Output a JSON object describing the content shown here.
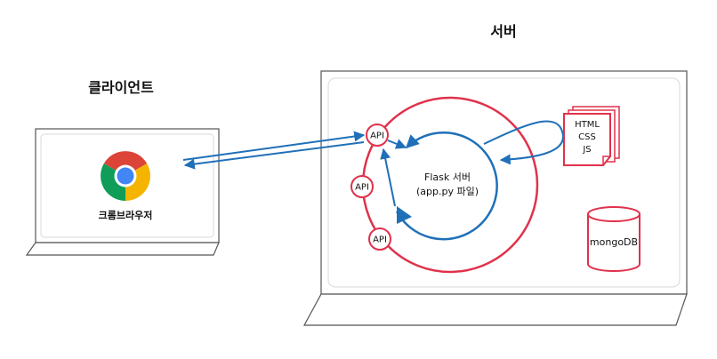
{
  "client": {
    "title": "클라이언트",
    "browser_label": "크롬브라우저"
  },
  "server": {
    "title": "서버",
    "flask_line1": "Flask 서버",
    "flask_line2": "(app.py 파일)",
    "api_labels": [
      "API",
      "API",
      "API"
    ],
    "doc_lines": [
      "HTML",
      "CSS",
      "JS"
    ],
    "db_label": "mongoDB"
  },
  "colors": {
    "red": "#e0314b",
    "blue": "#1f70b8",
    "laptop_stroke": "#555555"
  }
}
